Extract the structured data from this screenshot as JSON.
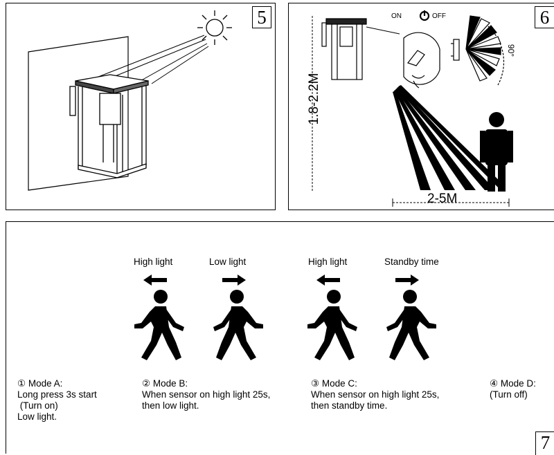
{
  "panel5": {
    "number": "5"
  },
  "panel6": {
    "number": "6",
    "height_label": "1.8-2.2M",
    "distance_label": "2-5M",
    "angle_label": "90°",
    "switch_on": "ON",
    "switch_off": "OFF"
  },
  "panel7": {
    "number": "7",
    "labels": [
      "High light",
      "Low light",
      "High light",
      "Standby time"
    ],
    "modes": [
      {
        "title": "① Mode A:",
        "lines": [
          "Long press 3s start",
          " (Turn on)",
          "Low light."
        ]
      },
      {
        "title": "② Mode B:",
        "lines": [
          "When sensor on high light 25s,",
          "then low light."
        ]
      },
      {
        "title": "③ Mode C:",
        "lines": [
          "When sensor on high light 25s,",
          "then standby time."
        ]
      },
      {
        "title": "④ Mode D:",
        "lines": [
          "(Turn off)"
        ]
      }
    ]
  }
}
